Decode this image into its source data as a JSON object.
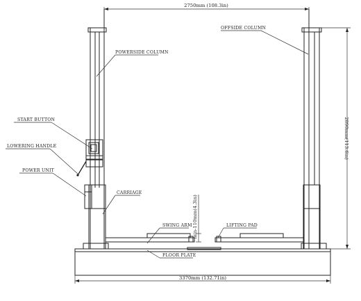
{
  "dimensions": {
    "top_width": "2750mm (108.3in)",
    "bottom_width": "3370mm (132.71in)",
    "height": "2890mm(113.6in)",
    "pad_height": "min-110mm(4.3in)"
  },
  "labels": {
    "offside_column": "OFFSIDE COLUMN",
    "powerside_column": "POWERSIDE COLUMN",
    "start_button": "START BUTTON",
    "lowering_handle": "LOWERING HANDLE",
    "power_unit": "POWER UNIT",
    "carriage": "CARRIAGE",
    "swing_arm": "SWING ARM",
    "lifting_pad": "LIFTING PAD",
    "floor_plate": "FLOOR PLATE"
  }
}
